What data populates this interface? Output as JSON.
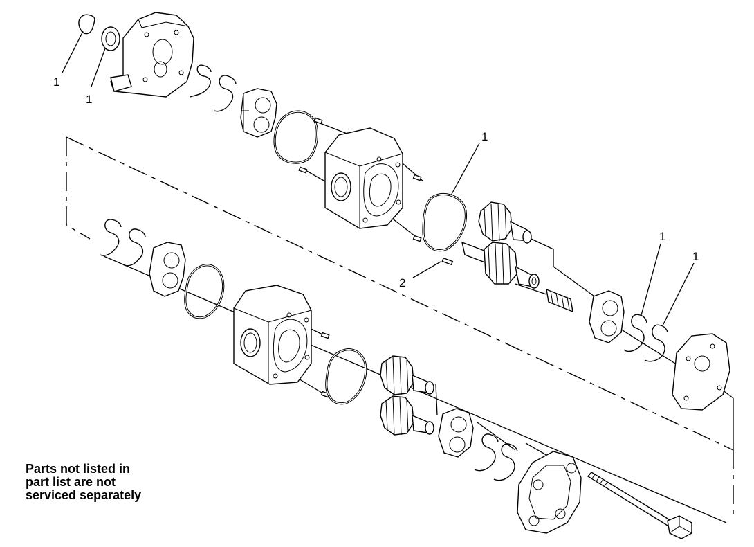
{
  "callouts": [
    {
      "label": "1"
    },
    {
      "label": "1"
    },
    {
      "label": "1"
    },
    {
      "label": "2"
    },
    {
      "label": "1"
    },
    {
      "label": "1"
    }
  ],
  "note": {
    "line1": "Parts not listed in",
    "line2": "part list are not",
    "line3": "serviced separately"
  }
}
